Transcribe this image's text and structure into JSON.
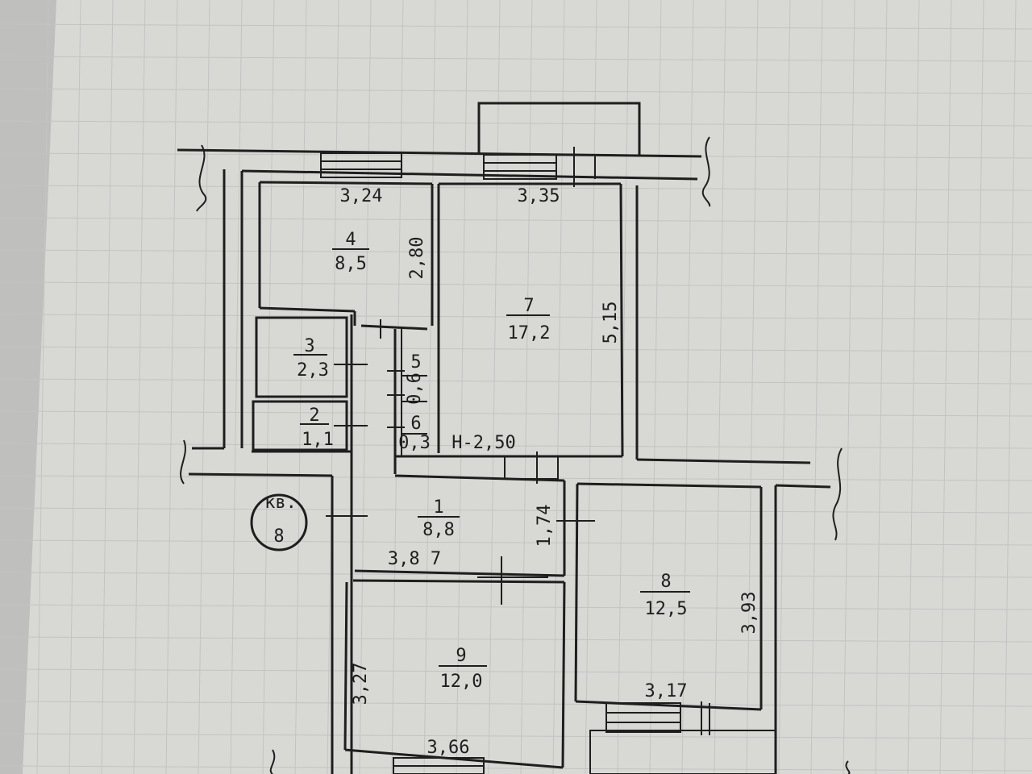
{
  "apartment": {
    "label": "кв.",
    "number": "8"
  },
  "rooms": [
    {
      "id": "4",
      "area": "8,5"
    },
    {
      "id": "7",
      "area": "17,2"
    },
    {
      "id": "3",
      "area": "2,3"
    },
    {
      "id": "2",
      "area": "1,1"
    },
    {
      "id": "5",
      "area": ""
    },
    {
      "id": "6",
      "area": ""
    },
    {
      "id": "1",
      "area": "8,8"
    },
    {
      "id": "8",
      "area": "12,5"
    },
    {
      "id": "9",
      "area": "12,0"
    }
  ],
  "dimensions": {
    "room4_width": "3,24",
    "room4_depth": "2,80",
    "room7_width": "3,35",
    "room7_depth": "5,15",
    "ceiling_height": "Н-2,50",
    "room1_width": "3,8 7",
    "room1_depth": "1,74",
    "room8_depth": "3,93",
    "room8_width": "3,17",
    "room9_depth": "3,27",
    "room9_width": "3,66",
    "niche_a": "0,6",
    "niche_b": "0,3"
  }
}
